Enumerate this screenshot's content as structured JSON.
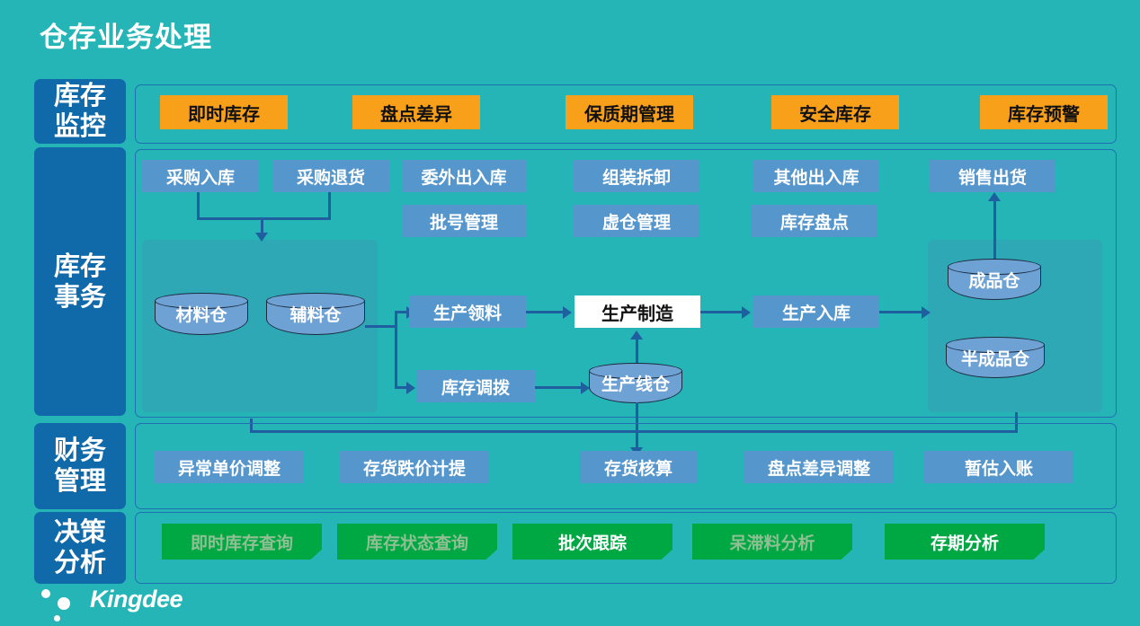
{
  "header": {
    "title": "仓存业务处理"
  },
  "brand": {
    "name": "Kingdee"
  },
  "sidebar": {
    "items": [
      {
        "id": "inventory-monitor",
        "line1": "库存",
        "line2": "监控"
      },
      {
        "id": "inventory-transaction",
        "line1": "库存",
        "line2": "事务"
      },
      {
        "id": "finance-management",
        "line1": "财务",
        "line2": "管理"
      },
      {
        "id": "decision-analysis",
        "line1": "决策",
        "line2": "分析"
      }
    ]
  },
  "colors": {
    "background": "#26b5b7",
    "sidebar": "#1069a8",
    "panel_border": "#1f6fb2",
    "inner_panel": "#2fa8b5",
    "chip_orange": "#f9a01b",
    "chip_blue": "#5596cd",
    "chip_white": "#ffffff",
    "chip_green": "#00a843",
    "connector": "#1f5fa0",
    "cylinder": "#6fa2d4"
  },
  "sections": {
    "inventory_monitor": {
      "chips": [
        {
          "label": "即时库存"
        },
        {
          "label": "盘点差异"
        },
        {
          "label": "保质期管理"
        },
        {
          "label": "安全库存"
        },
        {
          "label": "库存预警"
        }
      ]
    },
    "inventory_transaction": {
      "chips": [
        {
          "label": "采购入库"
        },
        {
          "label": "采购退货"
        },
        {
          "label": "委外出入库"
        },
        {
          "label": "批号管理"
        },
        {
          "label": "组装拆卸"
        },
        {
          "label": "虚仓管理"
        },
        {
          "label": "其他出入库"
        },
        {
          "label": "库存盘点"
        },
        {
          "label": "销售出货"
        },
        {
          "label": "生产领料"
        },
        {
          "label": "生产制造"
        },
        {
          "label": "生产入库"
        },
        {
          "label": "库存调拨"
        }
      ],
      "warehouses": [
        {
          "label": "材料仓"
        },
        {
          "label": "辅料仓"
        },
        {
          "label": "生产线仓"
        },
        {
          "label": "成品仓"
        },
        {
          "label": "半成品仓"
        }
      ]
    },
    "finance_management": {
      "chips": [
        {
          "label": "异常单价调整"
        },
        {
          "label": "存货跌价计提"
        },
        {
          "label": "存货核算"
        },
        {
          "label": "盘点差异调整"
        },
        {
          "label": "暂估入账"
        }
      ]
    },
    "decision_analysis": {
      "chips": [
        {
          "label": "即时库存查询",
          "dim": true
        },
        {
          "label": "库存状态查询",
          "dim": true
        },
        {
          "label": "批次跟踪",
          "dim": false
        },
        {
          "label": "呆滞料分析",
          "dim": true
        },
        {
          "label": "存期分析",
          "dim": false
        }
      ]
    }
  }
}
